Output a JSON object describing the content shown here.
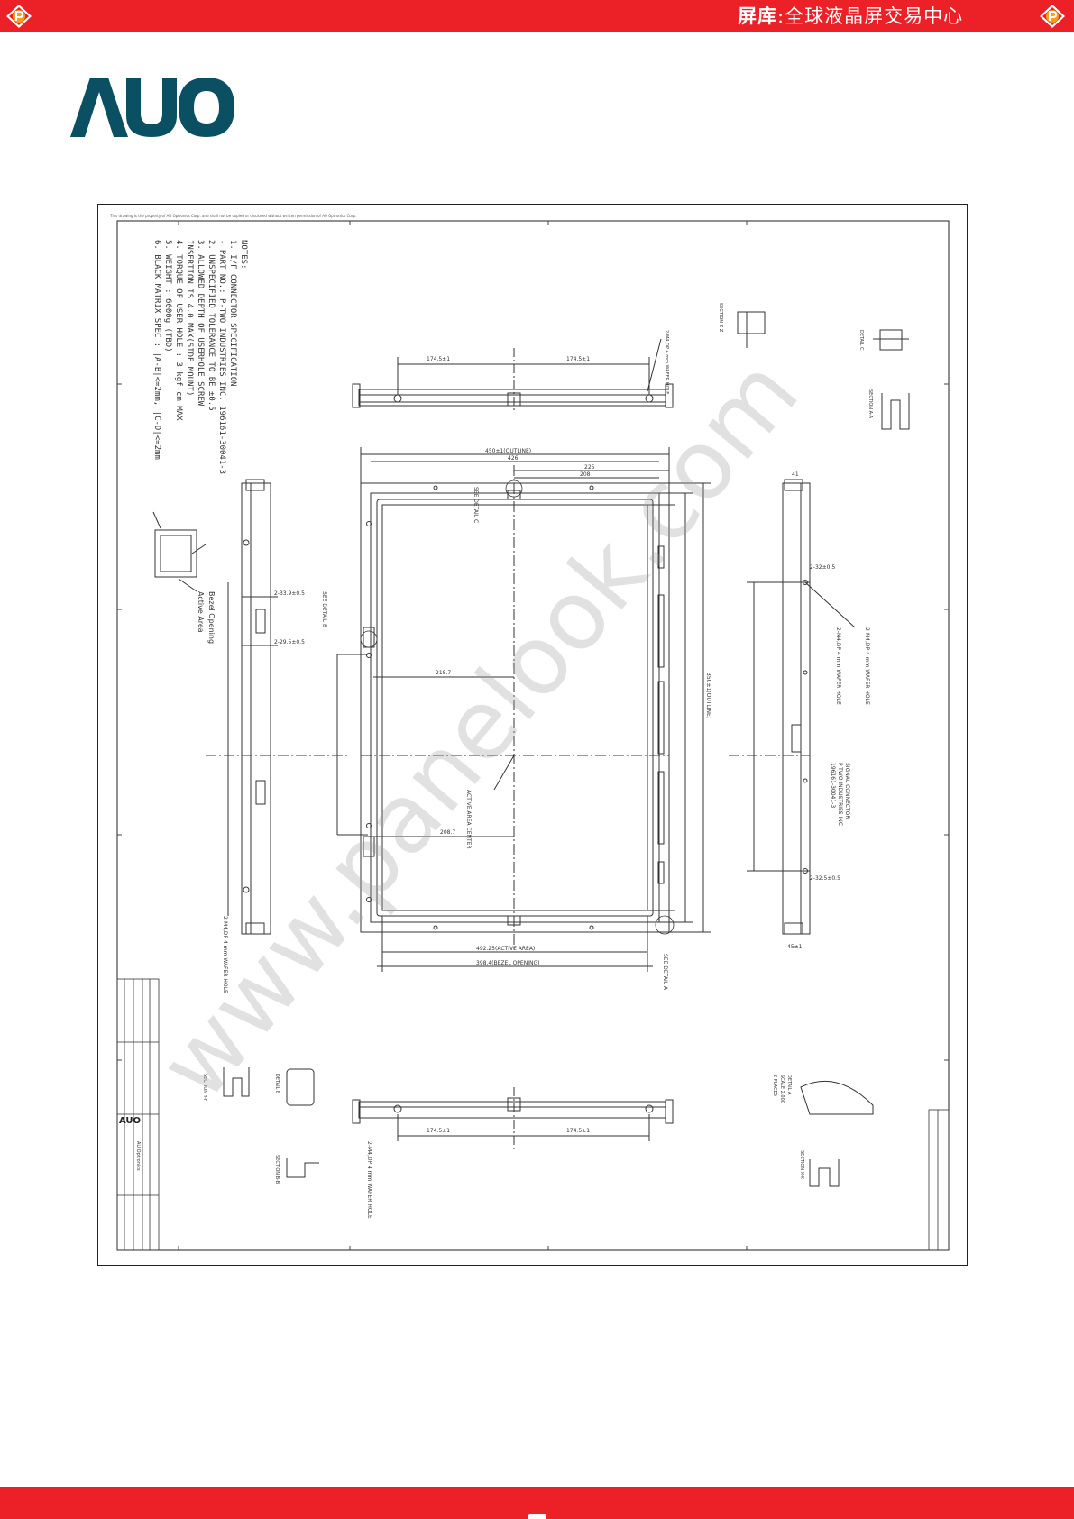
{
  "header": {
    "brand_bold": "屏库",
    "brand_rest": ":全球液晶屏交易中心",
    "icon": "p-diamond-icon",
    "color": "#ec2128"
  },
  "logo": {
    "text": "AUO",
    "color": "#0b4f62"
  },
  "drawing": {
    "notes_title": "NOTES:",
    "notes": [
      "1. I/F CONNECTOR SPECIFICATION",
      "   - PART NO.: P-TWO INDUSTRIES INC. 196161-30041-3",
      "2. UNSPECIFIED TOLERANCE TO BE ±0.5",
      "3. ALLOWED DEPTH OF USERHOLE SCREW",
      "   INSERTION IS 4.0 MAX(SIDE MOUNT)",
      "4. TORQUE OF USER HOLE : 3 kgf-cm MAX",
      "5. WEIGHT : 6000g (TBD)",
      "6. BLACK MATRIX SPEC : |A-B|<=2mm, |C-D|<=2mm"
    ],
    "active_area_label": "Active Area",
    "bezel_label": "Bezel Opening",
    "dims": {
      "outline_w": "450±1(OUTLINE)",
      "inner_w": "426",
      "d225": "225",
      "d208": "208",
      "active_w": "492.25(ACTIVE AREA)",
      "opening_w": "398.4(BEZEL OPENING)",
      "outline_h": "350±1(OUTLINE)",
      "side_top_dim": "2-32±0.5",
      "side_bot_dim": "2-32.5±0.5",
      "top_left_dim": "174.5±1",
      "top_right_dim": "174.5±1",
      "bot_left_dim": "174.5±1",
      "bot_right_dim": "174.5±1",
      "d218": "218.7",
      "d208_7": "208.7",
      "left_dim_1": "2-33.9±0.5",
      "left_dim_2": "2-29.5±0.5",
      "right_bottom_dim": "45±1",
      "right_top_dim": "41"
    },
    "labels": {
      "see_detail_a": "SEE DETAIL A",
      "see_detail_b": "SEE DETAIL B",
      "see_detail_c": "SEE DETAIL C",
      "active_center": "ACTIVE AREA CENTER",
      "wh_top": "2-M4,DP 4 mm WAFER HOLE",
      "wh_left": "2-M4,DP 4 mm WAFER HOLE",
      "wh_right_1": "2-M4,DP 4 mm WAFER HOLE",
      "wh_right_2": "2-M4,DP 4 mm WAFER HOLE",
      "wh_bottom": "2-M4,DP 4 mm WAFER HOLE",
      "signal_conn": "SIGNAL CONNECTOR",
      "signal_conn_2": "P-TWO INDUSTRIES INC",
      "signal_conn_3": "196161-30041-3",
      "section_z": "SECTION Z-Z",
      "section_aa": "SECTION A-A",
      "section_yy": "SECTION Y-Y",
      "section_bb": "SECTION B-B",
      "section_xx": "SECTION X-X",
      "detail_a": "DETAIL A",
      "detail_b": "DETAIL B",
      "detail_c": "DETAIL C",
      "scale": "SCALE 2.000",
      "places": "2 PLACES"
    },
    "title_block": {
      "company": "AU Optronics",
      "logo": "AUO"
    },
    "watermark": "www.panelook.com",
    "top_note": "This drawing is the property of AU Optronics Corp. and shall not be copied or disclosed without written permission of AU Optronics Corp."
  }
}
